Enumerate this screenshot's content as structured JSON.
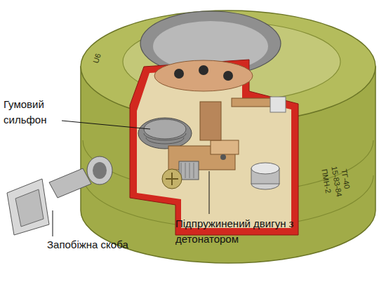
{
  "diagram": {
    "labels": [
      "Гумовий сильфон",
      "Запобіжна скоба",
      "Підпружинений двигун з детонатором",
      "U6",
      "ПМН-2",
      "15-83-84",
      "ТГ-40"
    ]
  }
}
